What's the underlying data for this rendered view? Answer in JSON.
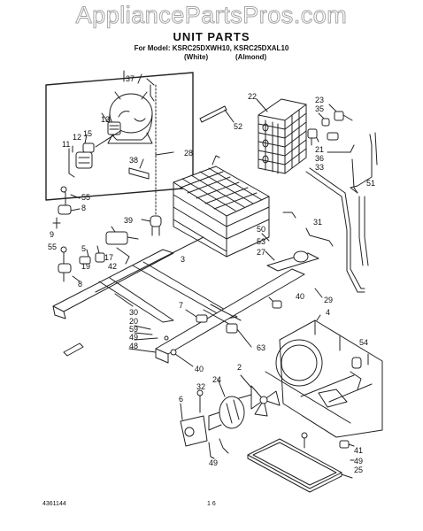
{
  "watermark": "AppliancePartsPros.com",
  "header": {
    "title": "UNIT PARTS",
    "model_line": "For Model: KSRC25DXWH10, KSRC25DXAL10",
    "color_white": "(White)",
    "color_almond": "(Almond)"
  },
  "callouts": [
    {
      "id": "37",
      "label": "37"
    },
    {
      "id": "13",
      "label": "13"
    },
    {
      "id": "15",
      "label": "15"
    },
    {
      "id": "12",
      "label": "12"
    },
    {
      "id": "11",
      "label": "11"
    },
    {
      "id": "38",
      "label": "38"
    },
    {
      "id": "28",
      "label": "28"
    },
    {
      "id": "22",
      "label": "22"
    },
    {
      "id": "52",
      "label": "52"
    },
    {
      "id": "23",
      "label": "23"
    },
    {
      "id": "35",
      "label": "35"
    },
    {
      "id": "21",
      "label": "21"
    },
    {
      "id": "36",
      "label": "36"
    },
    {
      "id": "33",
      "label": "33"
    },
    {
      "id": "51",
      "label": "51"
    },
    {
      "id": "55a",
      "label": "55"
    },
    {
      "id": "8a",
      "label": "8"
    },
    {
      "id": "9",
      "label": "9"
    },
    {
      "id": "39",
      "label": "39"
    },
    {
      "id": "3",
      "label": "3"
    },
    {
      "id": "55b",
      "label": "55"
    },
    {
      "id": "5",
      "label": "5"
    },
    {
      "id": "19",
      "label": "19"
    },
    {
      "id": "17",
      "label": "17"
    },
    {
      "id": "42",
      "label": "42"
    },
    {
      "id": "8b",
      "label": "8"
    },
    {
      "id": "50",
      "label": "50"
    },
    {
      "id": "53",
      "label": "53"
    },
    {
      "id": "27",
      "label": "27"
    },
    {
      "id": "31",
      "label": "31"
    },
    {
      "id": "29",
      "label": "29"
    },
    {
      "id": "40a",
      "label": "40"
    },
    {
      "id": "4",
      "label": "4"
    },
    {
      "id": "7",
      "label": "7"
    },
    {
      "id": "30",
      "label": "30"
    },
    {
      "id": "20",
      "label": "20"
    },
    {
      "id": "59",
      "label": "59"
    },
    {
      "id": "49a",
      "label": "49"
    },
    {
      "id": "48",
      "label": "48"
    },
    {
      "id": "63",
      "label": "63"
    },
    {
      "id": "54",
      "label": "54"
    },
    {
      "id": "40b",
      "label": "40"
    },
    {
      "id": "2",
      "label": "2"
    },
    {
      "id": "24",
      "label": "24"
    },
    {
      "id": "32",
      "label": "32"
    },
    {
      "id": "6",
      "label": "6"
    },
    {
      "id": "49b",
      "label": "49"
    },
    {
      "id": "41",
      "label": "41"
    },
    {
      "id": "49c",
      "label": "49"
    },
    {
      "id": "25",
      "label": "25"
    }
  ],
  "footer": {
    "doc_number": "4361144",
    "page_number": "1 6"
  }
}
